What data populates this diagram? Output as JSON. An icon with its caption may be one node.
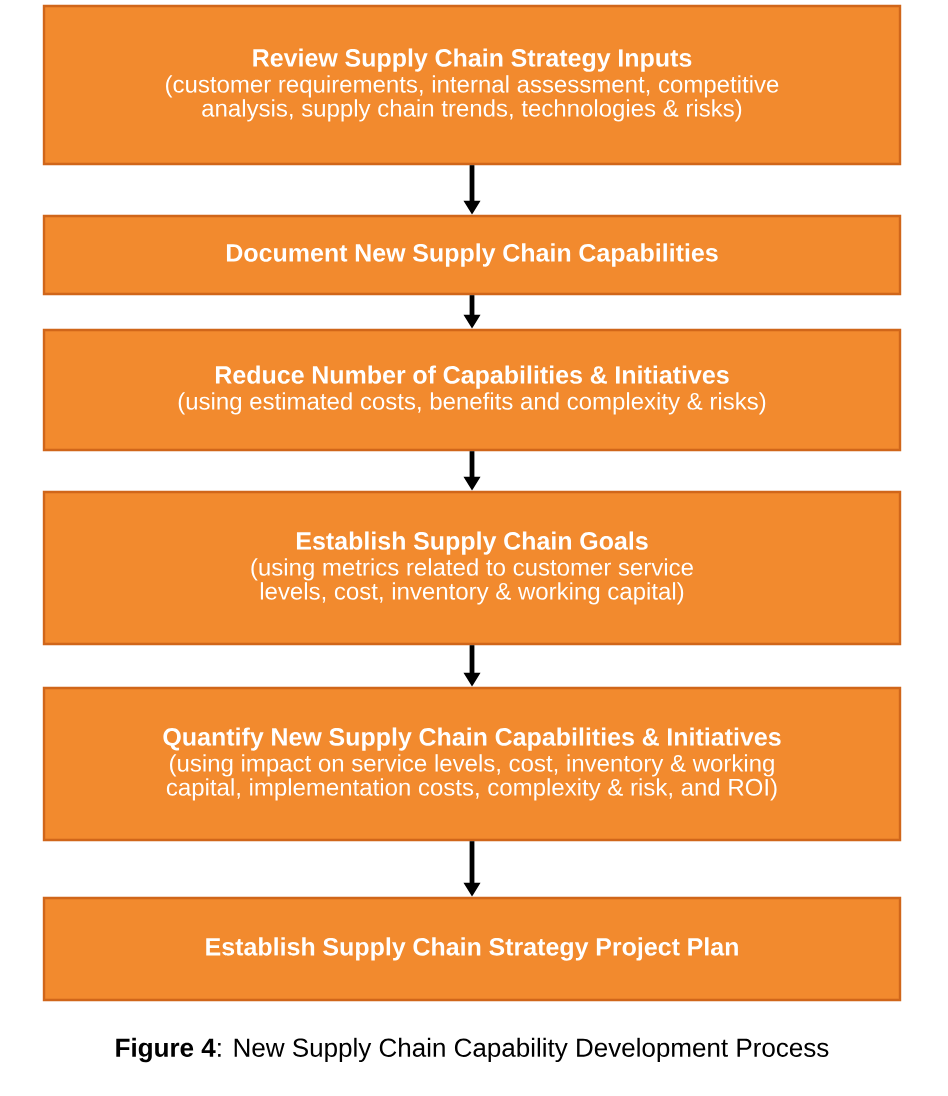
{
  "diagram": {
    "caption": "**Figure 4**: New Supply Chain Capability Development Process",
    "nodes": [
      {
        "text": [
          "Review Supply Chain Strategy Inputs",
          "(customer requirements, internal assessment, competitive analysis, supply chain trends, technologies & risks)"
        ]
      },
      {
        "text": [
          "Document New Supply Chain Capabilities"
        ]
      },
      {
        "text": [
          "Reduce Number of Capabilities & Initiatives",
          "(using estimated costs, benefits and complexity & risks)"
        ]
      },
      {
        "text": [
          "Establish Supply Chain Goals",
          "(using metrics related to customer service levels, cost, inventory & working capital)"
        ]
      },
      {
        "text": [
          "Quantify New Supply Chain Capabilities & Initiatives",
          "(using impact on service levels, cost, inventory & working capital, implementation costs, complexity & risk, and ROI)"
        ]
      },
      {
        "text": [
          "Establish Supply Chain Strategy Project Plan"
        ]
      }
    ],
    "edges": [
      {
        "from": 0,
        "to": 1,
        "arrow": "to"
      },
      {
        "from": 1,
        "to": 2,
        "arrow": "to"
      },
      {
        "from": 2,
        "to": 3,
        "arrow": "to"
      },
      {
        "from": 3,
        "to": 4,
        "arrow": "to"
      },
      {
        "from": 4,
        "to": 5,
        "arrow": "to"
      }
    ]
  }
}
